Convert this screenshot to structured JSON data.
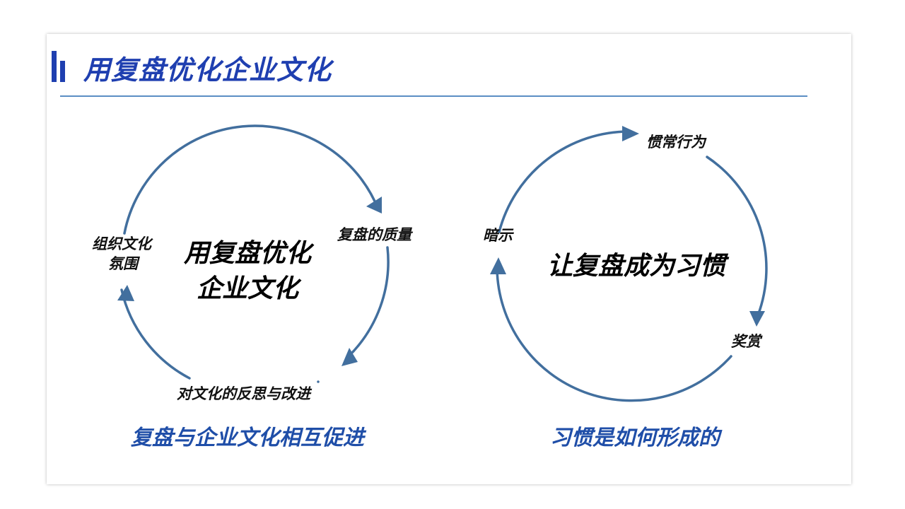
{
  "title": "用复盘优化企业文化",
  "colors": {
    "accent": "#1f3fb0",
    "divider": "#5b8ec4",
    "cycle": "#426f9e",
    "caption": "#1f4ea8"
  },
  "left_cycle": {
    "center_line1": "用复盘优化",
    "center_line2": "企业文化",
    "nodes": [
      "复盘的质量",
      "对文化的反思与改进",
      "组织文化",
      "氛围"
    ],
    "caption": "复盘与企业文化相互促进"
  },
  "right_cycle": {
    "center": "让复盘成为习惯",
    "nodes": [
      "惯常行为",
      "奖赏",
      "暗示"
    ],
    "caption": "习惯是如何形成的"
  }
}
